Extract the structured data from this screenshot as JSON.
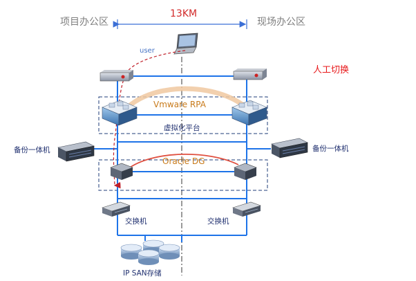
{
  "labels": {
    "left_office": "项目办公区",
    "right_office": "现场办公区",
    "distance": "13KM",
    "manual_switch": "人工切换",
    "user": "user",
    "vmware_rpa": "Vmware RPA",
    "virtualization_platform": "虚拟化平台",
    "oracle_dg": "Oracle DG",
    "backup_appliance_left": "备份一体机",
    "backup_appliance_right": "备份一体机",
    "switch_left": "交换机",
    "switch_right": "交换机",
    "ip_san_storage": "IP SAN存储"
  },
  "colors": {
    "network_line": "#1e73e8",
    "group_border": "#1f3d7a",
    "distance_arrow": "#3b6fd6",
    "user_path": "#c0202a",
    "vmware_arc": "#f0c8a0",
    "oracle_arc": "#e05040",
    "title_gray": "#7f7f7f",
    "manual_red": "#e8191b"
  },
  "icons": {
    "laptop": "laptop-icon",
    "firewall": "firewall-icon",
    "vm_host": "virtualization-host-icon",
    "db_server": "database-server-icon",
    "backup": "backup-server-icon",
    "switch": "switch-icon",
    "storage": "storage-disks-icon"
  }
}
